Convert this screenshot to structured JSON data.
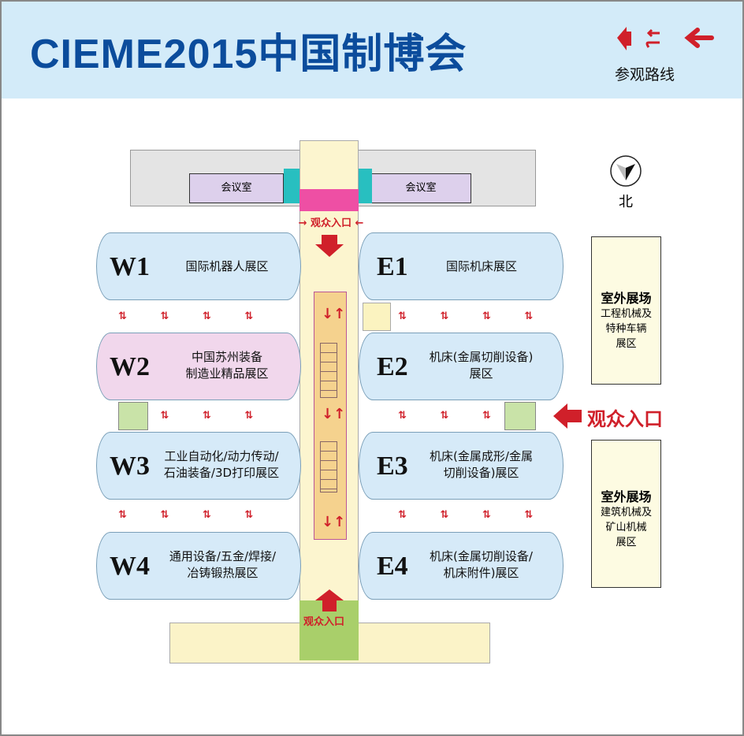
{
  "header": {
    "title": "CIEME2015中国制博会",
    "legend_label": "参观路线"
  },
  "compass": {
    "label": "北"
  },
  "top_building": {
    "rooms": [
      "会议室",
      "会议室"
    ]
  },
  "entrances": {
    "north": "观众入口",
    "east": "观众入口",
    "south": "观众入口"
  },
  "halls": [
    {
      "code": "W1",
      "name": "国际机器人展区"
    },
    {
      "code": "W2",
      "name": "中国苏州装备\n制造业精品展区"
    },
    {
      "code": "W3",
      "name": "工业自动化/动力传动/\n石油装备/3D打印展区"
    },
    {
      "code": "W4",
      "name": "通用设备/五金/焊接/\n冶铸锻热展区"
    },
    {
      "code": "E1",
      "name": "国际机床展区"
    },
    {
      "code": "E2",
      "name": "机床(金属切削设备)\n展区"
    },
    {
      "code": "E3",
      "name": "机床(金属成形/金属\n切削设备)展区"
    },
    {
      "code": "E4",
      "name": "机床(金属切削设备/\n机床附件)展区"
    }
  ],
  "outdoor": [
    {
      "title": "室外展场",
      "desc": "工程机械及\n特种车辆\n展区"
    },
    {
      "title": "室外展场",
      "desc": "建筑机械及\n矿山机械\n展区"
    }
  ],
  "colors": {
    "brand": "#0b4c9c",
    "arrow": "#d0202a",
    "hall": "#d6eaf8",
    "hall_pink": "#f1d7ec"
  }
}
